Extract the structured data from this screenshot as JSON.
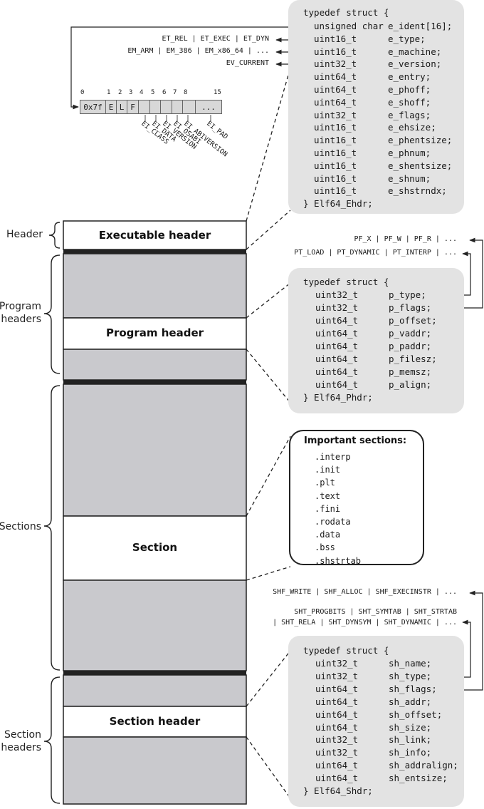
{
  "ehdr": {
    "open": "typedef struct {",
    "close": "} Elf64_Ehdr;",
    "fields": [
      {
        "type": "unsigned char",
        "name": "e_ident[16];"
      },
      {
        "type": "uint16_t",
        "name": "e_type;"
      },
      {
        "type": "uint16_t",
        "name": "e_machine;"
      },
      {
        "type": "uint32_t",
        "name": "e_version;"
      },
      {
        "type": "uint64_t",
        "name": "e_entry;"
      },
      {
        "type": "uint64_t",
        "name": "e_phoff;"
      },
      {
        "type": "uint64_t",
        "name": "e_shoff;"
      },
      {
        "type": "uint32_t",
        "name": "e_flags;"
      },
      {
        "type": "uint16_t",
        "name": "e_ehsize;"
      },
      {
        "type": "uint16_t",
        "name": "e_phentsize;"
      },
      {
        "type": "uint16_t",
        "name": "e_phnum;"
      },
      {
        "type": "uint16_t",
        "name": "e_shentsize;"
      },
      {
        "type": "uint16_t",
        "name": "e_shnum;"
      },
      {
        "type": "uint16_t",
        "name": "e_shstrndx;"
      }
    ]
  },
  "ehdr_notes": {
    "type_values": "ET_REL | ET_EXEC | ET_DYN",
    "machine_values": "EM_ARM | EM_386 | EM_x86_64 | ...",
    "version_values": "EV_CURRENT"
  },
  "ident": {
    "indices": [
      "0",
      "1",
      "2",
      "3",
      "4",
      "5",
      "6",
      "7",
      "8",
      "15"
    ],
    "cells": [
      "0x7f",
      "E",
      "L",
      "F",
      "",
      "",
      "",
      "",
      "",
      "..."
    ],
    "labels": [
      "EI_CLASS",
      "EI_DATA",
      "EI_VERSION",
      "EI_OSABI",
      "EI_ABIVERSION",
      "EI_PAD"
    ]
  },
  "left_labels": {
    "header": "Header",
    "program_headers_1": "Program",
    "program_headers_2": "headers",
    "sections": "Sections",
    "section_headers_1": "Section",
    "section_headers_2": "headers"
  },
  "blocks": {
    "executable_header": "Executable header",
    "program_header": "Program header",
    "section": "Section",
    "section_header": "Section header"
  },
  "phdr_notes": {
    "flags_values": "PF_X | PF_W | PF_R | ...",
    "type_values": "PT_LOAD | PT_DYNAMIC | PT_INTERP | ..."
  },
  "phdr": {
    "open": "typedef struct {",
    "close": "} Elf64_Phdr;",
    "fields": [
      {
        "type": "uint32_t",
        "name": "p_type;"
      },
      {
        "type": "uint32_t",
        "name": "p_flags;"
      },
      {
        "type": "uint64_t",
        "name": "p_offset;"
      },
      {
        "type": "uint64_t",
        "name": "p_vaddr;"
      },
      {
        "type": "uint64_t",
        "name": "p_paddr;"
      },
      {
        "type": "uint64_t",
        "name": "p_filesz;"
      },
      {
        "type": "uint64_t",
        "name": "p_memsz;"
      },
      {
        "type": "uint64_t",
        "name": "p_align;"
      }
    ]
  },
  "important": {
    "title": "Important sections:",
    "items": [
      ".interp",
      ".init",
      ".plt",
      ".text",
      ".fini",
      ".rodata",
      ".data",
      ".bss",
      ".shstrtab"
    ]
  },
  "shdr_notes": {
    "flags_values": "SHF_WRITE | SHF_ALLOC | SHF_EXECINSTR | ...",
    "type_values_1": "SHT_PROGBITS | SHT_SYMTAB | SHT_STRTAB",
    "type_values_2": "| SHT_RELA | SHT_DYNSYM | SHT_DYNAMIC | ..."
  },
  "shdr": {
    "open": "typedef struct {",
    "close": "} Elf64_Shdr;",
    "fields": [
      {
        "type": "uint32_t",
        "name": "sh_name;"
      },
      {
        "type": "uint32_t",
        "name": "sh_type;"
      },
      {
        "type": "uint64_t",
        "name": "sh_flags;"
      },
      {
        "type": "uint64_t",
        "name": "sh_addr;"
      },
      {
        "type": "uint64_t",
        "name": "sh_offset;"
      },
      {
        "type": "uint64_t",
        "name": "sh_size;"
      },
      {
        "type": "uint32_t",
        "name": "sh_link;"
      },
      {
        "type": "uint32_t",
        "name": "sh_info;"
      },
      {
        "type": "uint64_t",
        "name": "sh_addralign;"
      },
      {
        "type": "uint64_t",
        "name": "sh_entsize;"
      }
    ]
  }
}
